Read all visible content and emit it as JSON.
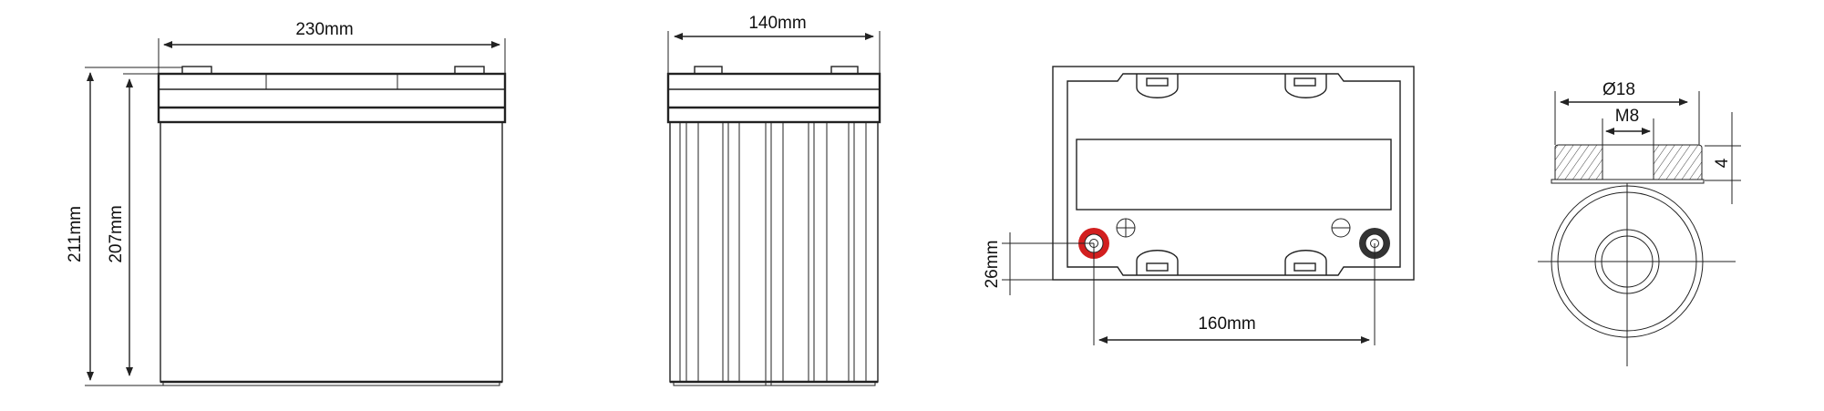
{
  "front_view": {
    "width_label": "230mm",
    "height_total_label": "211mm",
    "height_case_label": "207mm"
  },
  "side_view": {
    "depth_label": "140mm"
  },
  "top_view": {
    "terminal_offset_label": "26mm",
    "terminal_spacing_label": "160mm",
    "positive_symbol": "+",
    "negative_symbol": "−"
  },
  "terminal_detail": {
    "diameter_label": "Ø18",
    "thread_label": "M8",
    "thickness_label": "4"
  },
  "colors": {
    "positive_terminal": "#d21f1f",
    "negative_terminal": "#333333",
    "line": "#222222"
  }
}
